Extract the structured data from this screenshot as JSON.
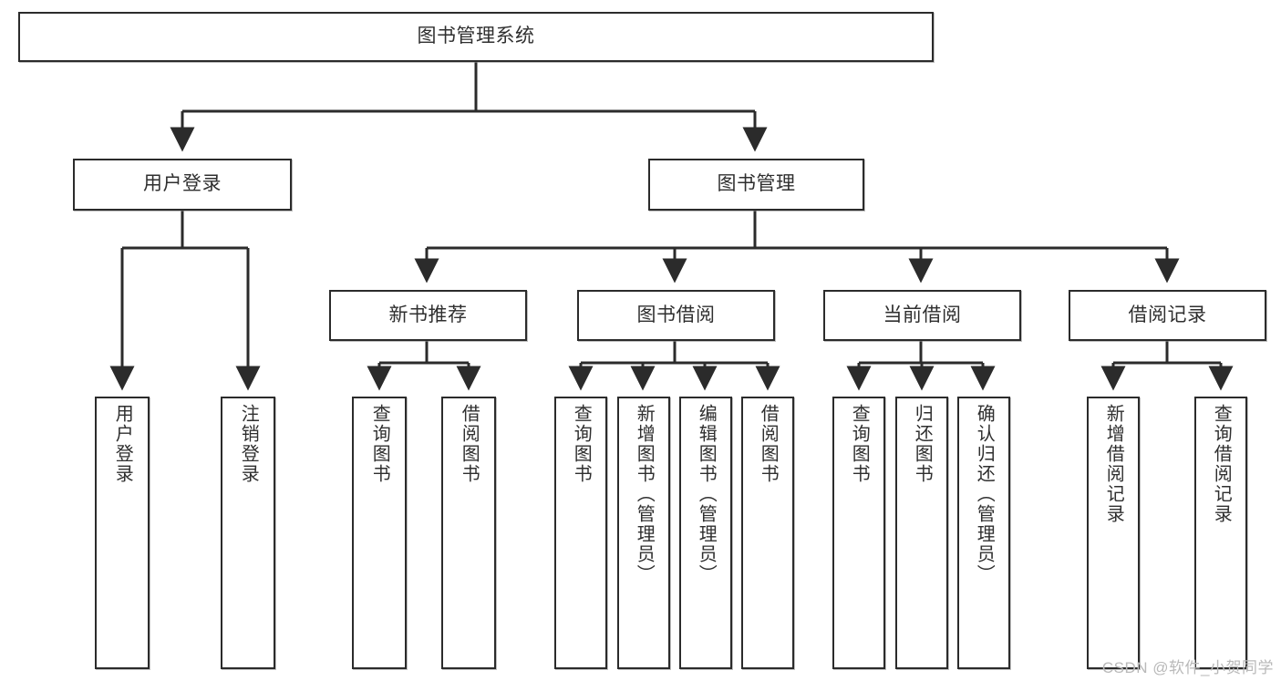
{
  "diagram": {
    "title": "图书管理系统",
    "watermark": "CSDN @软件_小贺同学",
    "colors": {
      "stroke": "#2b2b2b",
      "fill": "#ffffff",
      "text": "#2f2f2f",
      "watermark": "#b9b9b9"
    },
    "root": {
      "label": "图书管理系统"
    },
    "level2": [
      {
        "label": "用户登录"
      },
      {
        "label": "图书管理"
      }
    ],
    "level3": [
      {
        "label": "新书推荐"
      },
      {
        "label": "图书借阅"
      },
      {
        "label": "当前借阅"
      },
      {
        "label": "借阅记录"
      }
    ],
    "leaves": {
      "user_login": [
        {
          "label": "用户登录"
        },
        {
          "label": "注销登录"
        }
      ],
      "new_book": [
        {
          "label": "查询图书"
        },
        {
          "label": "借阅图书"
        }
      ],
      "borrow_book": [
        {
          "label": "查询图书"
        },
        {
          "label": "新增图书（管理员）"
        },
        {
          "label": "编辑图书（管理员）"
        },
        {
          "label": "借阅图书"
        }
      ],
      "current_borrow": [
        {
          "label": "查询图书"
        },
        {
          "label": "归还图书"
        },
        {
          "label": "确认归还（管理员）"
        }
      ],
      "borrow_record": [
        {
          "label": "新增借阅记录"
        },
        {
          "label": "查询借阅记录"
        }
      ]
    }
  }
}
